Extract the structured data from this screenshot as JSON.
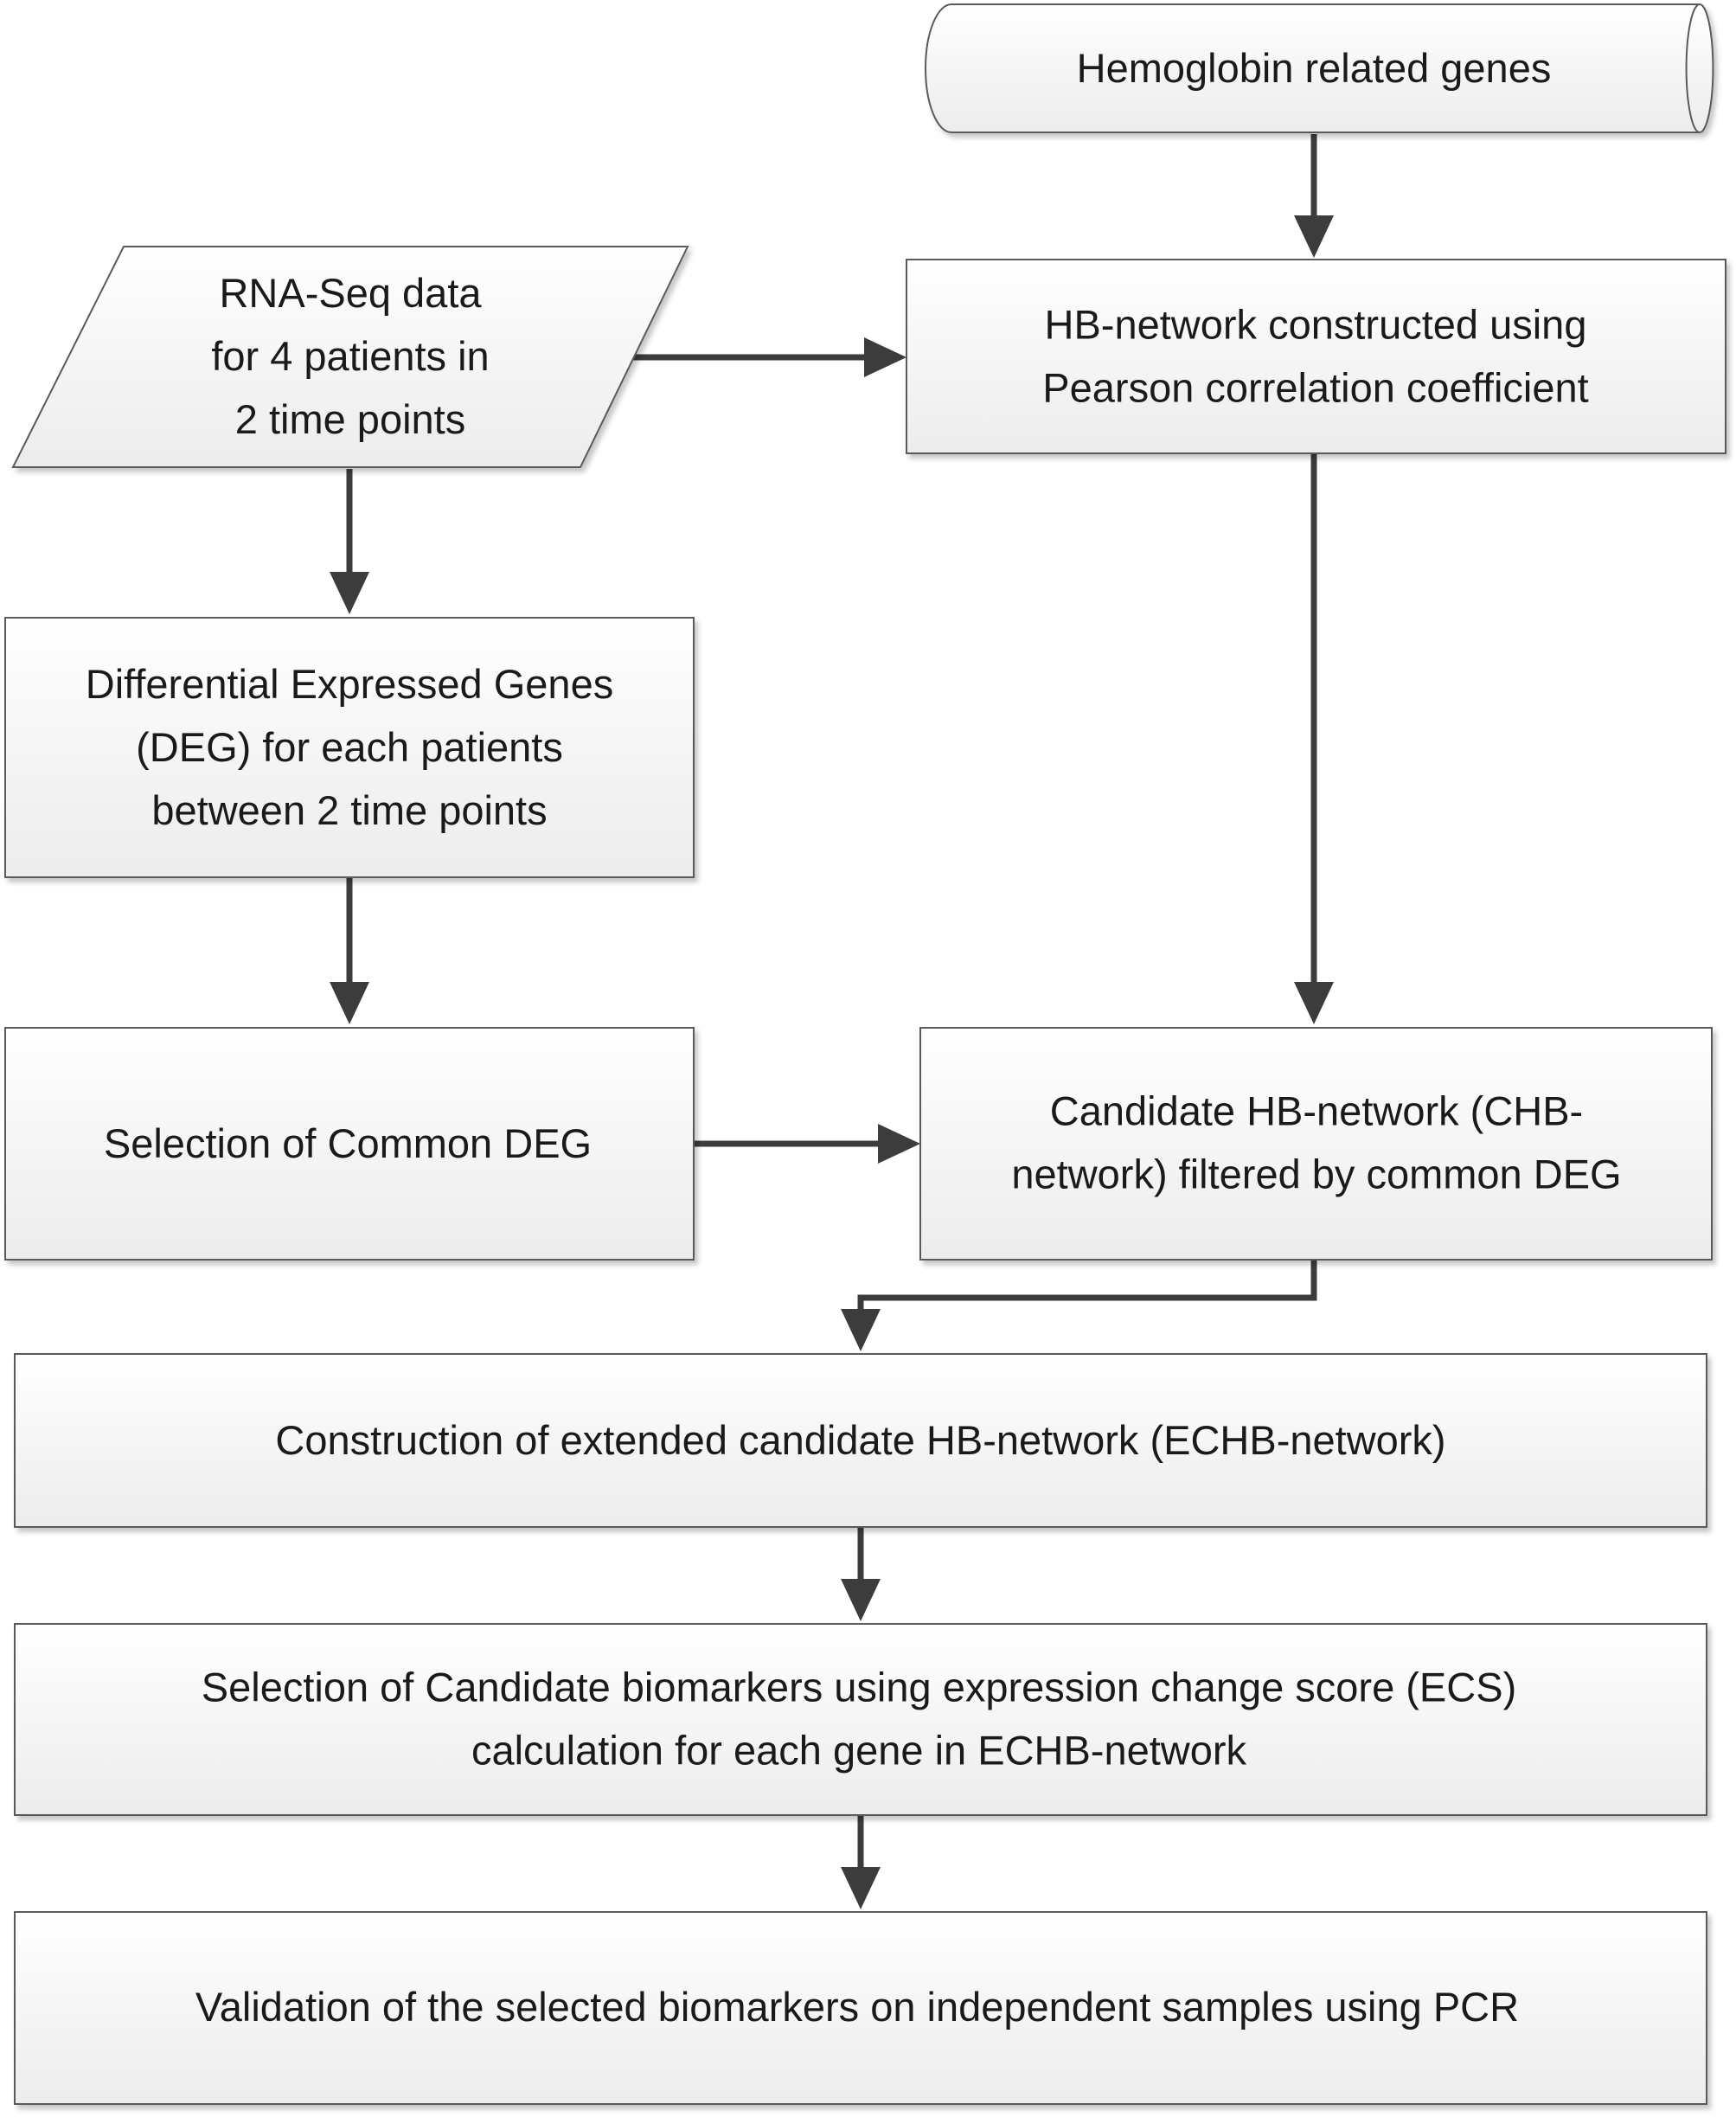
{
  "nodes": {
    "hemoglobin": {
      "lines": [
        "Hemoglobin related genes"
      ]
    },
    "rnaseq": {
      "lines": [
        "RNA-Seq data",
        "for 4 patients in",
        "2 time points"
      ]
    },
    "hbnetwork": {
      "lines": [
        "HB-network constructed using",
        "Pearson correlation coefficient"
      ]
    },
    "deg": {
      "lines": [
        "Differential Expressed Genes",
        "(DEG) for each patients",
        "between 2 time points"
      ]
    },
    "common_deg": {
      "lines": [
        "Selection of Common DEG"
      ]
    },
    "chb": {
      "lines": [
        "Candidate HB-network (CHB-",
        "network) filtered by common DEG"
      ]
    },
    "echb": {
      "lines": [
        "Construction of extended candidate HB-network (ECHB-network)"
      ]
    },
    "biomarkers": {
      "lines": [
        "Selection of Candidate biomarkers using expression change score (ECS)",
        "calculation for each gene in ECHB-network"
      ]
    },
    "validation": {
      "lines": [
        "Validation of the selected biomarkers on independent samples using PCR"
      ]
    }
  },
  "edges": [
    {
      "from": "hemoglobin",
      "to": "hbnetwork"
    },
    {
      "from": "rnaseq",
      "to": "hbnetwork"
    },
    {
      "from": "rnaseq",
      "to": "deg"
    },
    {
      "from": "hbnetwork",
      "to": "chb"
    },
    {
      "from": "deg",
      "to": "common_deg"
    },
    {
      "from": "common_deg",
      "to": "chb"
    },
    {
      "from": "chb",
      "to": "echb"
    },
    {
      "from": "echb",
      "to": "biomarkers"
    },
    {
      "from": "biomarkers",
      "to": "validation"
    }
  ]
}
